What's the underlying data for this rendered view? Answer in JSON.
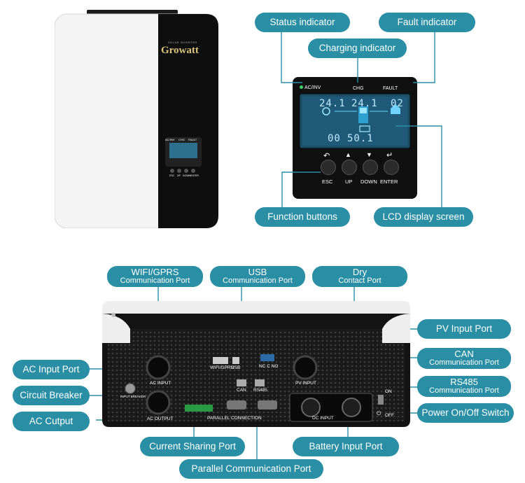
{
  "brand": "Growatt",
  "colors": {
    "callout": "#2a8fa5",
    "line": "#2a8fa5",
    "panel": "#111111",
    "lcd": "#1d4d66"
  },
  "inverter_front": {
    "logo": "Growatt",
    "tagline": "SOLAR INVERTER",
    "mini_lcd": {
      "ind_ac": "AC/INV",
      "ind_chg": "CHG",
      "ind_fault": "FAULT",
      "btn_labels": [
        "ESC",
        "UP",
        "DOWN",
        "ENTER"
      ]
    }
  },
  "display_panel": {
    "indicators": {
      "ac_inv": "AC/INV",
      "chg": "CHG",
      "fault": "FAULT"
    },
    "lcd": {
      "top_left": "24.1",
      "top_mid": "24.1",
      "top_right": "02",
      "bot_left": "00",
      "bot_mid": "50.1"
    },
    "buttons": [
      {
        "label": "ESC",
        "icon": "return-icon"
      },
      {
        "label": "UP",
        "icon": "up-arrow-icon"
      },
      {
        "label": "DOWN",
        "icon": "down-arrow-icon"
      },
      {
        "label": "ENTER",
        "icon": "enter-icon"
      }
    ]
  },
  "callouts_top": {
    "status": "Status indicator",
    "fault": "Fault indicator",
    "charging": "Charging indicator",
    "function": "Function buttons",
    "lcd": "LCD display screen"
  },
  "callouts_bottom": {
    "wifi": {
      "l1": "WIFI/GPRS",
      "l2": "Communication Port"
    },
    "usb": {
      "l1": "USB",
      "l2": "Communication Port"
    },
    "dry": {
      "l1": "Dry",
      "l2": "Contact Port"
    },
    "pv": "PV Input Port",
    "can": {
      "l1": "CAN",
      "l2": "Communication Port"
    },
    "ac_input": "AC Input Port",
    "rs485": {
      "l1": "RS485",
      "l2": "Communication Port"
    },
    "breaker": "Circuit Breaker",
    "power_switch": "Power On/Off Switch",
    "ac_output": "AC Cutput",
    "current_sharing": "Current Sharing Port",
    "battery": "Battery Input Port",
    "parallel": "Parallel Communication Port"
  },
  "bottom_panel_labels": {
    "wifi": "WIFI/GPRS",
    "usb": "USB",
    "dry": "NC  C  NO",
    "ac_input": "AC   INPUT",
    "can": "CAN",
    "rs485": "RS485",
    "pv_input": "PV   INPUT",
    "ac_output": "AC   OUTPUT",
    "parallel": "PARALLEL   CONNECTION",
    "dc_input": "DC   INPUT",
    "breaker": "INPUT BREAKER",
    "on": "ON",
    "off": "OFF"
  }
}
